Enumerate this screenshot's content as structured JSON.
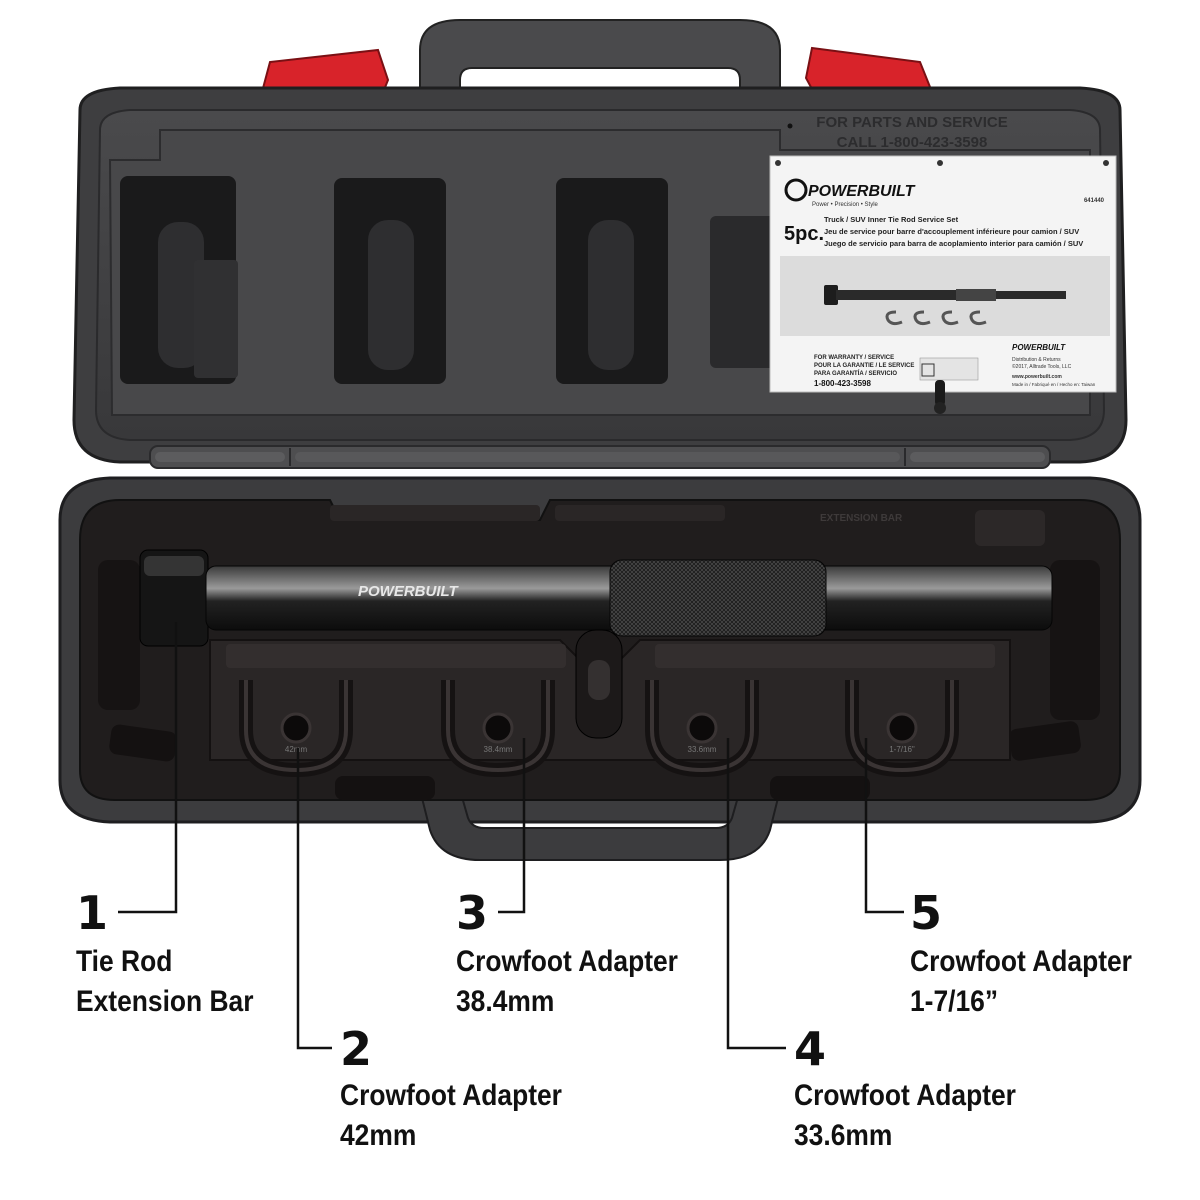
{
  "case": {
    "lid_sticker": {
      "parts_service_line1": "FOR PARTS AND SERVICE",
      "parts_service_line2": "CALL 1-800-423-3598",
      "brand": "POWERBUILT",
      "brand_tagline": "Power • Precision • Style",
      "part_number": "641440",
      "piece_count": "5pc.",
      "title_en": "Truck / SUV Inner Tie Rod Service Set",
      "title_fr": "Jeu de service pour barre d'accouplement inférieure pour camion / SUV",
      "title_es": "Juego de servicio para barra de acoplamiento interior para camión / SUV",
      "warranty_line1": "FOR WARRANTY / SERVICE",
      "warranty_line2": "POUR LA GARANTIE / LE SERVICE",
      "warranty_line3": "PARA GARANTÍA / SERVICIO",
      "warranty_phone": "1-800-423-3598",
      "footer_brand": "POWERBUILT",
      "footer_line1": "Distribution & Returns",
      "footer_line2": "©2017, Alltrade Tools, LLC",
      "footer_line3": "www.powerbuilt.com",
      "footer_line4": "Made in / Fabriqué en / Hecho en: Taiwan"
    },
    "tray_label": "EXTENSION BAR",
    "bar_brand": "POWERBUILT",
    "adapter_marks": [
      "42mm",
      "38.4mm",
      "33.6mm",
      "1-7/16\""
    ]
  },
  "callouts": [
    {
      "number": "1",
      "line1": "Tie Rod",
      "line2": "Extension Bar"
    },
    {
      "number": "2",
      "line1": "Crowfoot Adapter",
      "line2": "42mm"
    },
    {
      "number": "3",
      "line1": "Crowfoot Adapter",
      "line2": "38.4mm"
    },
    {
      "number": "4",
      "line1": "Crowfoot Adapter",
      "line2": "33.6mm"
    },
    {
      "number": "5",
      "line1": "Crowfoot Adapter",
      "line2": "1-7/16”"
    }
  ],
  "colors": {
    "case_dark": "#3a3a3c",
    "case_mid": "#5a5a5c",
    "tray_black": "#1c1a1a",
    "latch_red": "#d8232a",
    "sticker_white": "#f4f4f4"
  }
}
